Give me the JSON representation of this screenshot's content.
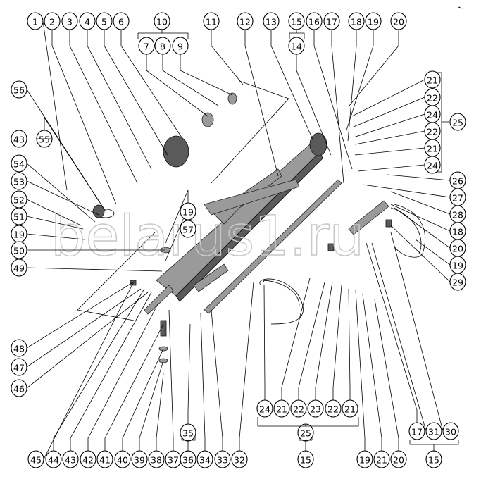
{
  "title": "Front axle exploded parts diagram",
  "watermark": "belarus1.ru",
  "corner_mark": "•-",
  "callouts": [
    "1",
    "2",
    "3",
    "4",
    "5",
    "6",
    "10",
    "11",
    "12",
    "13",
    "15",
    "16",
    "17",
    "18",
    "19",
    "20",
    "7",
    "8",
    "9",
    "14",
    "21",
    "22",
    "24",
    "22",
    "21",
    "24",
    "25",
    "26",
    "27",
    "28",
    "18",
    "20",
    "19",
    "29",
    "56",
    "43",
    "55",
    "54",
    "53",
    "52",
    "51",
    "19",
    "50",
    "49",
    "19",
    "57",
    "48",
    "47",
    "46",
    "24",
    "21",
    "22",
    "23",
    "22",
    "21",
    "35",
    "25",
    "17",
    "31",
    "30",
    "45",
    "44",
    "43",
    "42",
    "41",
    "40",
    "39",
    "38",
    "37",
    "36",
    "34",
    "33",
    "32",
    "15",
    "19",
    "21",
    "20",
    "15"
  ]
}
